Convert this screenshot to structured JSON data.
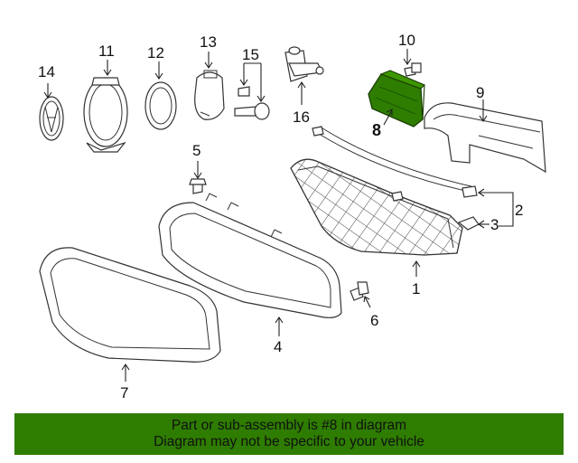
{
  "diagram": {
    "highlighted_part": "8",
    "highlight_color": "#2e7d00",
    "callouts": {
      "p1": "1",
      "p2": "2",
      "p3": "3",
      "p4": "4",
      "p5": "5",
      "p6": "6",
      "p7": "7",
      "p8": "8",
      "p9": "9",
      "p10": "10",
      "p11": "11",
      "p12": "12",
      "p13": "13",
      "p14": "14",
      "p15": "15",
      "p16": "16"
    }
  },
  "banner": {
    "line1": "Part or sub-assembly is #8 in diagram",
    "line2": "Diagram may not be specific to your vehicle",
    "background": "#2e7d00"
  }
}
